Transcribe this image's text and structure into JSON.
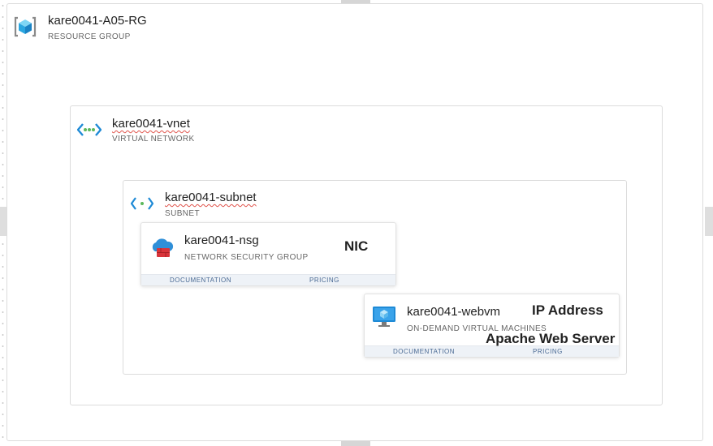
{
  "resource_group": {
    "name": "kare0041-A05-RG",
    "type": "RESOURCE GROUP",
    "icon": "resource-group-icon"
  },
  "vnet": {
    "name": "kare0041-vnet",
    "type": "VIRTUAL NETWORK",
    "icon": "virtual-network-icon"
  },
  "subnet": {
    "name": "kare0041-subnet",
    "type": "SUBNET",
    "icon": "subnet-icon"
  },
  "nsg": {
    "name": "kare0041-nsg",
    "type": "NETWORK SECURITY GROUP",
    "icon": "network-security-group-icon",
    "doc_label": "DOCUMENTATION",
    "pricing_label": "PRICING",
    "note": "NIC"
  },
  "vm": {
    "name": "kare0041-webvm",
    "type": "ON-DEMAND VIRTUAL MACHINES",
    "icon": "virtual-machine-icon",
    "doc_label": "DOCUMENTATION",
    "pricing_label": "PRICING",
    "note_ip": "IP Address",
    "note_server": "Apache Web Server"
  },
  "colors": {
    "link": "#4a6a94",
    "footer_bg": "#eef2f7",
    "squiggle": "#e0524a",
    "azure_blue": "#1e8ad6"
  }
}
